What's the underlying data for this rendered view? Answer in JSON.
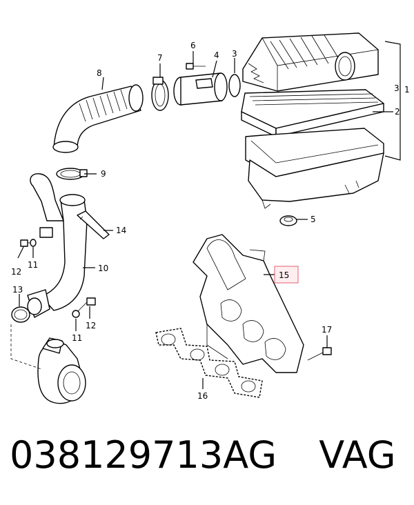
{
  "callouts": {
    "c1": "1",
    "c2": "2",
    "c3a": "3",
    "c3b": "3",
    "c4": "4",
    "c5": "5",
    "c6": "6",
    "c7": "7",
    "c8": "8",
    "c9": "9",
    "c10": "10",
    "c11a": "11",
    "c11b": "11",
    "c12a": "12",
    "c12b": "12",
    "c13": "13",
    "c14": "14",
    "c15": "15",
    "c16": "16",
    "c17": "17"
  },
  "highlight_color": "#e06070",
  "footer": {
    "part_number": "038129713AG",
    "brand": "VAG"
  }
}
